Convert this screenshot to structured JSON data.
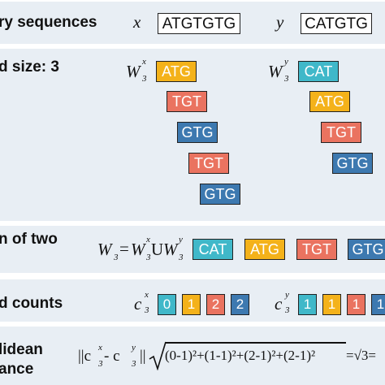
{
  "rows": {
    "sequences": {
      "label": "ry sequences",
      "x_var": "x",
      "y_var": "y",
      "x_seq": "ATGTGTG",
      "y_seq": "CATGTG"
    },
    "kmers": {
      "label": "d size: 3",
      "wx_label": "W",
      "wx_sup": "x",
      "wx_sub": "3",
      "wy_label": "W",
      "wy_sup": "y",
      "wy_sub": "3",
      "x_kmers": [
        "ATG",
        "TGT",
        "GTG",
        "TGT",
        "GTG"
      ],
      "y_kmers": [
        "CAT",
        "ATG",
        "TGT",
        "GTG"
      ]
    },
    "union": {
      "label": "n of two",
      "w_label": "W",
      "w_sub": "3",
      "eq": "=",
      "wx_label": "W",
      "wx_sup": "x",
      "wx_sub": "3",
      "union_sym": "U",
      "wy_label": "W",
      "wy_sup": "y",
      "wy_sub": "3",
      "kmers": [
        "CAT",
        "ATG",
        "TGT",
        "GTG"
      ]
    },
    "counts": {
      "label": "d counts",
      "cx_label": "c",
      "cx_sup": "x",
      "cx_sub": "3",
      "cy_label": "c",
      "cy_sup": "y",
      "cy_sub": "3",
      "x_counts": [
        "0",
        "1",
        "2",
        "2"
      ],
      "y_counts": [
        "1",
        "1",
        "1",
        "1"
      ]
    },
    "distance": {
      "label_1": "lidean",
      "label_2": "ance",
      "norm_left": "||c",
      "norm_mid": " - c",
      "norm_right": "||",
      "sup_x": "x",
      "sub_x": "3",
      "sup_y": "y",
      "sub_y": "3",
      "formula": "(0-1)²+(1-1)²+(2-1)²+(2-1)²",
      "result": "=√3="
    }
  },
  "colors": {
    "orange": "#f4b21a",
    "red": "#ea7360",
    "blue": "#3d79b0",
    "teal": "#40b8c9",
    "panel": "#e8eef4"
  }
}
